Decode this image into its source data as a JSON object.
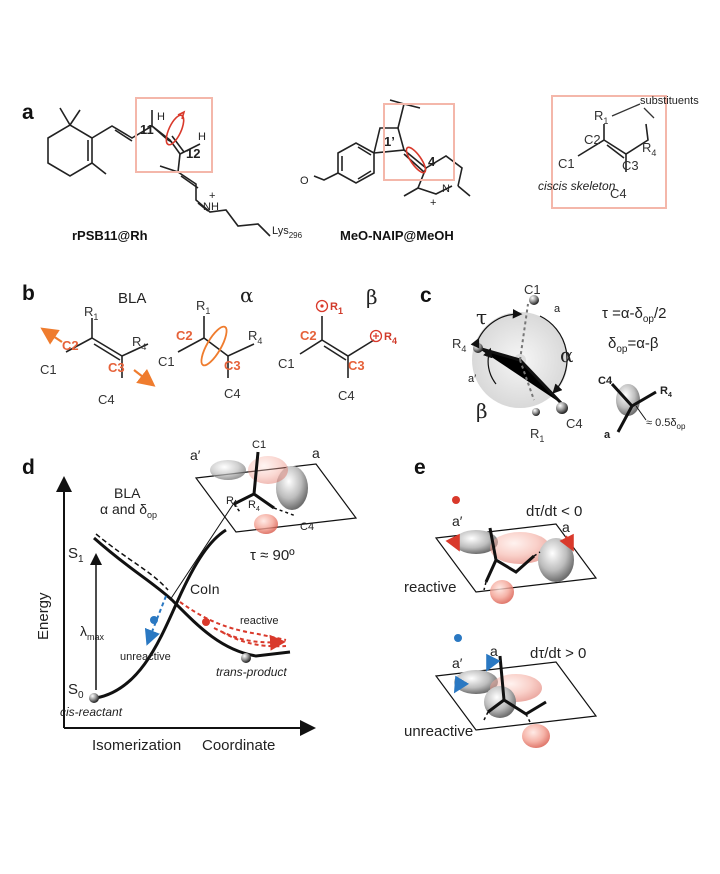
{
  "panels": {
    "a": {
      "label": "a",
      "mol1_name": "rPSB11@Rh",
      "mol1_lys": "Lys",
      "mol1_lys_sub": "296",
      "mol1_c11": "11",
      "mol1_c12": "12",
      "mol1_h": "H",
      "mol1_nh": "NH",
      "mol1_plus": "+",
      "mol2_name": "MeO-NAIP@MeOH",
      "mol2_c1": "1’",
      "mol2_c4": "4",
      "mol2_n": "N",
      "mol2_plus": "+",
      "box_substituents": "substituents",
      "box_skeleton": "cis skeleton",
      "box_r1": "R",
      "box_r1_sub": "1",
      "box_r4": "R",
      "box_r4_sub": "4",
      "box_c1": "C1",
      "box_c2": "C2",
      "box_c3": "C3",
      "box_c4": "C4"
    },
    "b": {
      "label": "b",
      "title_bla": "BLA",
      "title_alpha": "α",
      "title_beta": "β",
      "c1": "C1",
      "c2": "C2",
      "c3": "C3",
      "c4": "C4",
      "r1": "R",
      "r1_sub": "1",
      "r4": "R",
      "r4_sub": "4"
    },
    "c": {
      "label": "c",
      "tau": "τ",
      "alpha": "α",
      "beta": "β",
      "a": "a",
      "a_prime": "a′",
      "c1": "C1",
      "c4": "C4",
      "r1": "R",
      "r1_sub": "1",
      "r4": "R",
      "r4_sub": "4",
      "eq1": "τ =α-δ",
      "eq1_sub": "op",
      "eq1_tail": "/2",
      "eq2": "δ",
      "eq2_sub": "op",
      "eq2_tail": "=α-β",
      "small_c4": "C4",
      "small_r4": "R",
      "small_r4_sub": "4",
      "small_a": "a",
      "small_approx": "≈ 0.5δ",
      "small_approx_sub": "op"
    },
    "d": {
      "label": "d",
      "bla_text": "BLA",
      "alpha_dop": "α and δ",
      "alpha_dop_sub": "op",
      "s1": "S",
      "s1_sub": "1",
      "s0": "S",
      "s0_sub": "0",
      "lambda": "λ",
      "lambda_sub": "max",
      "energy": "Energy",
      "coin": "CoIn",
      "reactive": "reactive",
      "unreactive": "unreactive",
      "trans_product": "trans-product",
      "cis_reactant": "cis-reactant",
      "xaxis_1": "Isomerization",
      "xaxis_2": "Coordinate",
      "tau90": "τ ≈ 90º",
      "inset_c1": "C1",
      "inset_c4": "C4",
      "inset_r1": "R",
      "inset_r1_sub": "1",
      "inset_r4": "R",
      "inset_r4_sub": "4",
      "inset_a": "a",
      "inset_aprime": "a′"
    },
    "e": {
      "label": "e",
      "top_eq": "dτ/dt < 0",
      "top_a": "a",
      "top_aprime": "a′",
      "top_label": "reactive",
      "bot_eq": "dτ/dt > 0",
      "bot_a": "a",
      "bot_aprime": "a′",
      "bot_label": "unreactive"
    }
  },
  "colors": {
    "box": "#f4b7aa",
    "orange": "#ef7c2e",
    "red": "#d9392b",
    "blue": "#2a78c2",
    "black": "#111111"
  }
}
